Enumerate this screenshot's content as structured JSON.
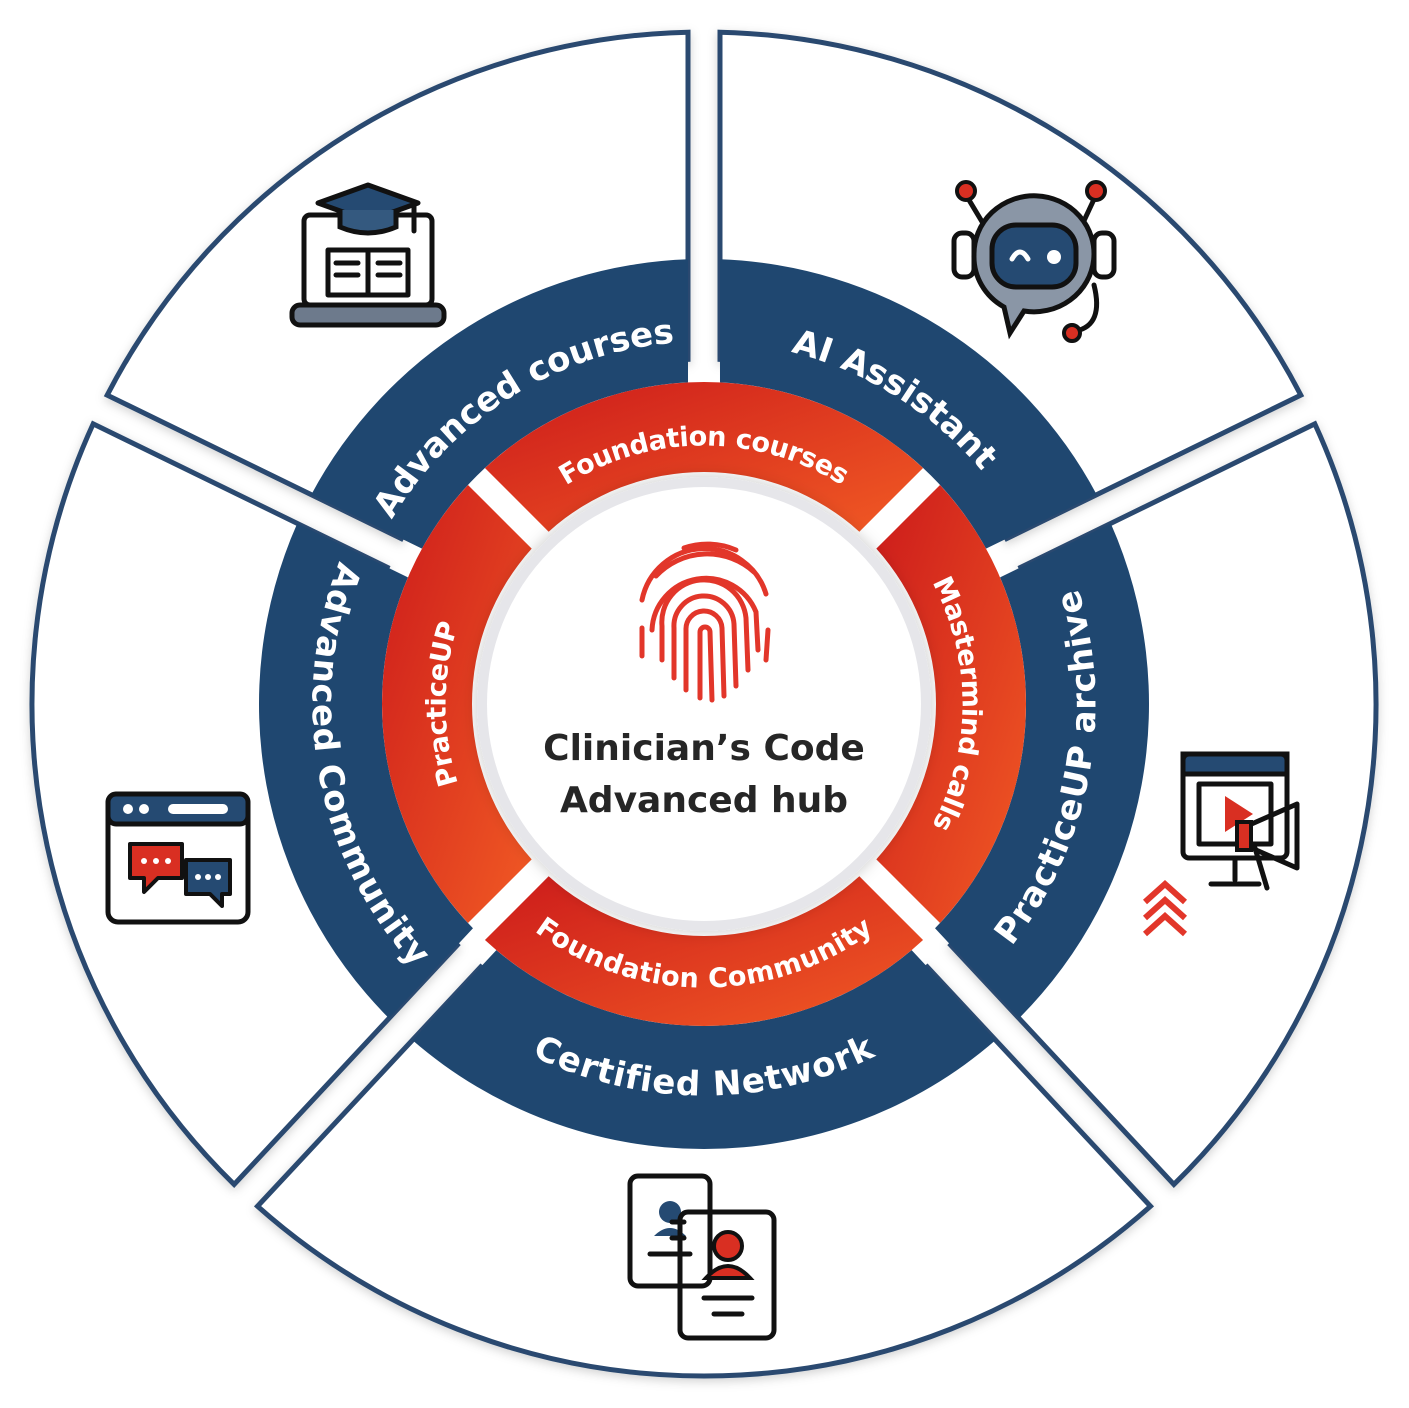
{
  "colors": {
    "navy": "#1f4770",
    "red": "#e2362a",
    "orange": "#f15a24",
    "outline": "#2a4a70",
    "text_dark": "#262626"
  },
  "hub": {
    "icon": "fingerprint-icon",
    "line1": "Clinician’s Code",
    "line2": "Advanced hub"
  },
  "inner_ring": [
    {
      "label": "Foundation courses"
    },
    {
      "label": "Mastermind calls"
    },
    {
      "label": "Foundation Community"
    },
    {
      "label": "PracticeUP"
    }
  ],
  "outer_ring": [
    {
      "label": "Advanced courses",
      "icon": "laptop-graduation-cap-icon"
    },
    {
      "label": "AI Assistant",
      "icon": "robot-chat-icon"
    },
    {
      "label": "PracticeUP archive",
      "icon": "video-megaphone-icon"
    },
    {
      "label": "Certified Network",
      "icon": "profile-cards-icon"
    },
    {
      "label": "Advanced Community",
      "icon": "chat-window-icon"
    }
  ]
}
